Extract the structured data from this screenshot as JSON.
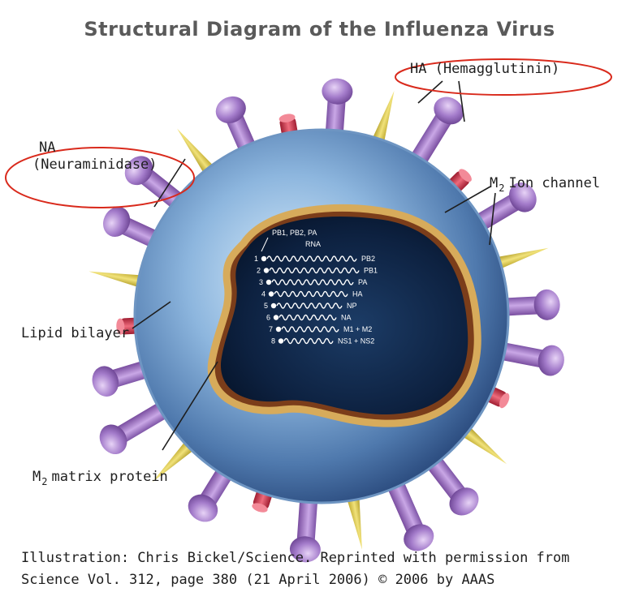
{
  "title": "Structural Diagram of the Influenza Virus",
  "labels": {
    "ha": "HA (Hemagglutinin)",
    "na_line1": "NA",
    "na_line2": "(Neuraminidase)",
    "m2_ion_prefix": "M",
    "m2_ion_sub": "2",
    "m2_ion_suffix": "Ion channel",
    "lipid": "Lipid bilayer",
    "m2_matrix_prefix": "M",
    "m2_matrix_sub": "2",
    "m2_matrix_suffix": "matrix protein"
  },
  "core": {
    "header": "PB1, PB2, PA",
    "rna_label": "RNA",
    "segments": [
      {
        "num": "1",
        "label": "PB2"
      },
      {
        "num": "2",
        "label": "PB1"
      },
      {
        "num": "3",
        "label": "PA"
      },
      {
        "num": "4",
        "label": "HA"
      },
      {
        "num": "5",
        "label": "NP"
      },
      {
        "num": "6",
        "label": "NA"
      },
      {
        "num": "7",
        "label": "M1 + M2"
      },
      {
        "num": "8",
        "label": "NS1 + NS2"
      }
    ]
  },
  "caption": {
    "line1": "Illustration: Chris Bickel/Science. Reprinted with permission from",
    "line2": "Science Vol. 312, page 380 (21 April 2006) © 2006 by AAAS"
  },
  "colors": {
    "envelope": "#7fa8d2",
    "ha_spike": "#a77bc7",
    "na_spike": "#d8c23a",
    "m2_channel": "#cc3347",
    "core_dark": "#0e2340",
    "matrix_ring": "#c99a4a",
    "highlight_ellipse": "#d92a1c"
  }
}
